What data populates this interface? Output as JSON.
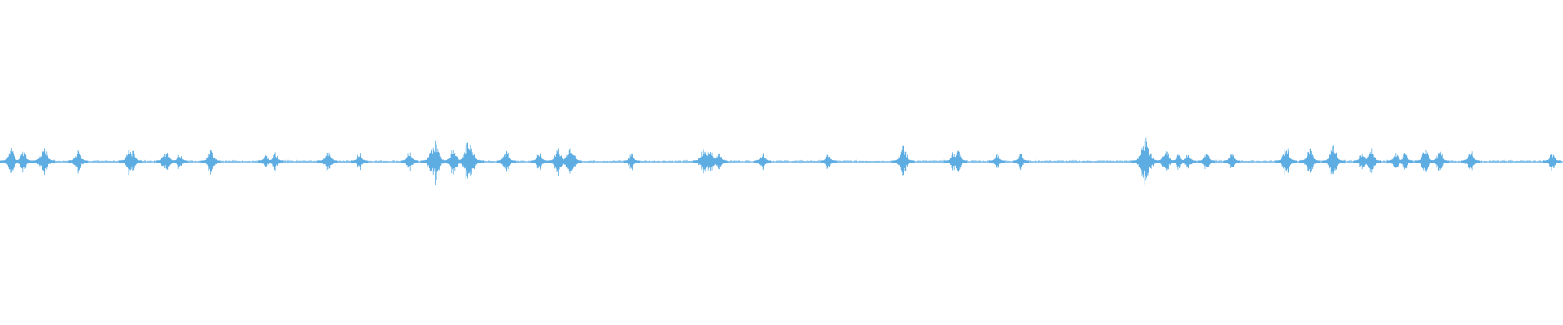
{
  "waveform": {
    "color": "#5dade2",
    "baseline_color": "#5dade2",
    "orientation": "centered",
    "peak_positions": [
      0.007,
      0.015,
      0.028,
      0.05,
      0.083,
      0.085,
      0.105,
      0.107,
      0.115,
      0.135,
      0.17,
      0.176,
      0.21,
      0.23,
      0.262,
      0.276,
      0.278,
      0.29,
      0.3,
      0.324,
      0.345,
      0.357,
      0.365,
      0.404,
      0.45,
      0.452,
      0.455,
      0.46,
      0.488,
      0.53,
      0.578,
      0.61,
      0.613,
      0.638,
      0.653,
      0.732,
      0.733,
      0.746,
      0.754,
      0.76,
      0.772,
      0.788,
      0.823,
      0.838,
      0.853,
      0.872,
      0.877,
      0.893,
      0.899,
      0.912,
      0.921,
      0.941,
      0.993
    ],
    "peak_amplitudes": [
      0.55,
      0.45,
      0.7,
      0.5,
      0.55,
      0.4,
      0.3,
      0.35,
      0.3,
      0.5,
      0.25,
      0.35,
      0.5,
      0.35,
      0.4,
      0.4,
      0.9,
      0.6,
      0.95,
      0.45,
      0.35,
      0.55,
      0.7,
      0.3,
      0.55,
      0.5,
      0.45,
      0.35,
      0.35,
      0.3,
      0.65,
      0.35,
      0.45,
      0.3,
      0.3,
      0.65,
      1.0,
      0.5,
      0.3,
      0.3,
      0.35,
      0.35,
      0.6,
      0.55,
      0.65,
      0.45,
      0.55,
      0.35,
      0.35,
      0.55,
      0.45,
      0.45,
      0.35
    ]
  }
}
